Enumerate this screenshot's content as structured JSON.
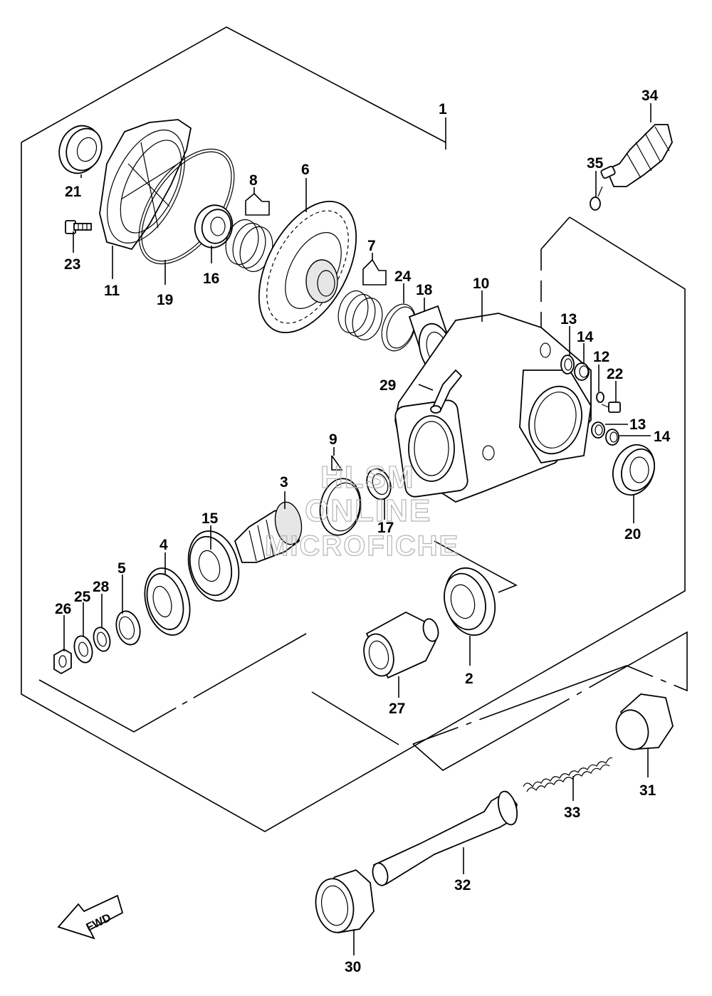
{
  "watermark": {
    "line1": "HLSM",
    "line2": "ONLINE",
    "line3": "MICROFICHE"
  },
  "fwd_label": "FWD",
  "callouts": [
    {
      "id": "1",
      "label": "1"
    },
    {
      "id": "2",
      "label": "2"
    },
    {
      "id": "3",
      "label": "3"
    },
    {
      "id": "4",
      "label": "4"
    },
    {
      "id": "5",
      "label": "5"
    },
    {
      "id": "6",
      "label": "6"
    },
    {
      "id": "7",
      "label": "7"
    },
    {
      "id": "8",
      "label": "8"
    },
    {
      "id": "9",
      "label": "9"
    },
    {
      "id": "10",
      "label": "10"
    },
    {
      "id": "11",
      "label": "11"
    },
    {
      "id": "12",
      "label": "12"
    },
    {
      "id": "13a",
      "label": "13"
    },
    {
      "id": "13b",
      "label": "13"
    },
    {
      "id": "14a",
      "label": "14"
    },
    {
      "id": "14b",
      "label": "14"
    },
    {
      "id": "15",
      "label": "15"
    },
    {
      "id": "16",
      "label": "16"
    },
    {
      "id": "17",
      "label": "17"
    },
    {
      "id": "18",
      "label": "18"
    },
    {
      "id": "19",
      "label": "19"
    },
    {
      "id": "20",
      "label": "20"
    },
    {
      "id": "21",
      "label": "21"
    },
    {
      "id": "22",
      "label": "22"
    },
    {
      "id": "23",
      "label": "23"
    },
    {
      "id": "24",
      "label": "24"
    },
    {
      "id": "25",
      "label": "25"
    },
    {
      "id": "26",
      "label": "26"
    },
    {
      "id": "27",
      "label": "27"
    },
    {
      "id": "28",
      "label": "28"
    },
    {
      "id": "29",
      "label": "29"
    },
    {
      "id": "30",
      "label": "30"
    },
    {
      "id": "31",
      "label": "31"
    },
    {
      "id": "32",
      "label": "32"
    },
    {
      "id": "33",
      "label": "33"
    },
    {
      "id": "34",
      "label": "34"
    },
    {
      "id": "35",
      "label": "35"
    }
  ]
}
